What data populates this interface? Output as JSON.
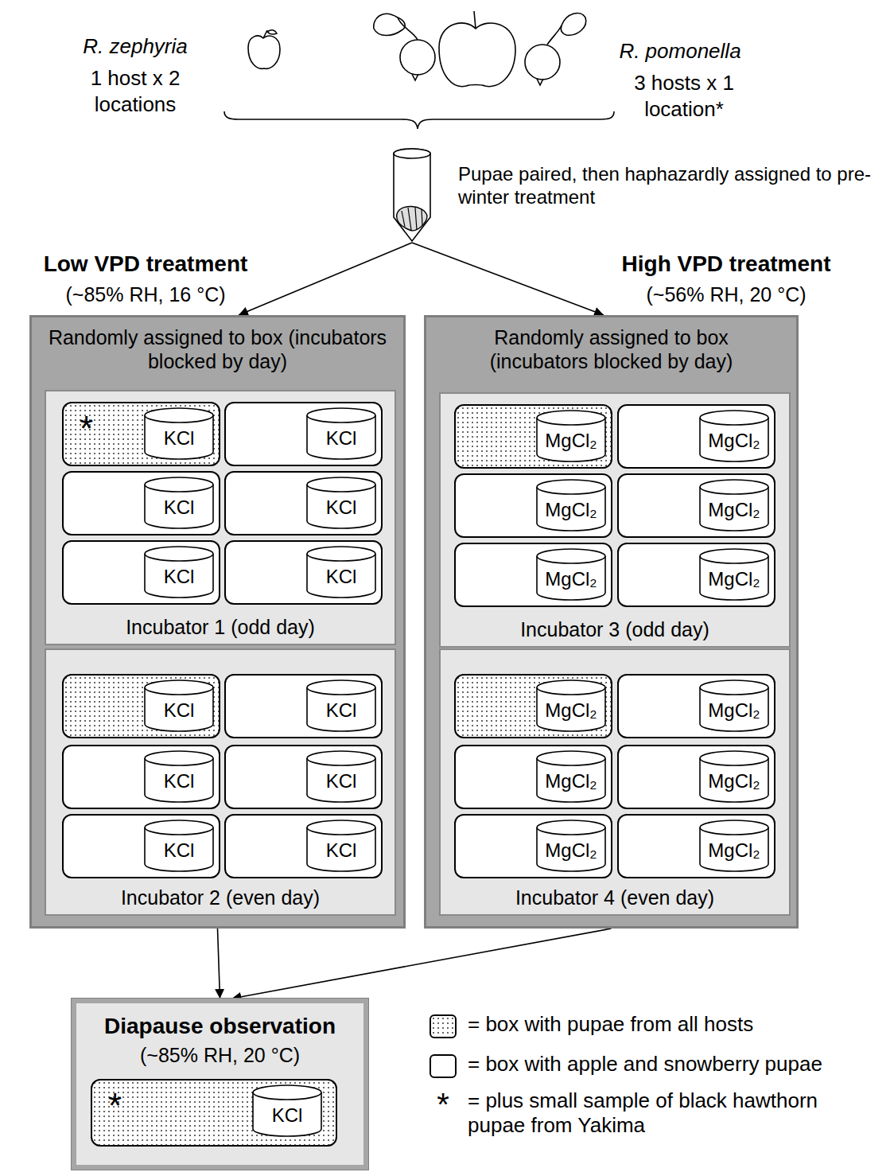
{
  "diagram": {
    "nodes": [
      {
        "text": [
          "Pupae paired, then haphazardly assigned to pre-winter treatment"
        ]
      },
      {
        "text": [
          "Low VPD treatment",
          "(~85% RH, 16 °C)",
          "Randomly assigned to box (incubators blocked by day)"
        ]
      },
      {
        "text": [
          "Incubator 1 (odd day)"
        ],
        "in": 1
      },
      {
        "text": [
          "*",
          "KCl"
        ],
        "in": 2
      },
      {
        "text": [
          "KCl"
        ],
        "in": 2
      },
      {
        "text": [
          "KCl"
        ],
        "in": 2
      },
      {
        "text": [
          "KCl"
        ],
        "in": 2
      },
      {
        "text": [
          "KCl"
        ],
        "in": 2
      },
      {
        "text": [
          "KCl"
        ],
        "in": 2
      },
      {
        "text": [
          "Incubator 2 (even day)"
        ],
        "in": 1
      },
      {
        "text": [
          "KCl"
        ],
        "in": 9
      },
      {
        "text": [
          "KCl"
        ],
        "in": 9
      },
      {
        "text": [
          "KCl"
        ],
        "in": 9
      },
      {
        "text": [
          "KCl"
        ],
        "in": 9
      },
      {
        "text": [
          "KCl"
        ],
        "in": 9
      },
      {
        "text": [
          "KCl"
        ],
        "in": 9
      },
      {
        "text": [
          "High VPD treatment",
          "(~56% RH, 20 °C)",
          "Randomly assigned to box (incubators blocked by day)"
        ]
      },
      {
        "text": [
          "Incubator 3 (odd day)"
        ],
        "in": 16
      },
      {
        "text": [
          "MgCl₂"
        ],
        "in": 17
      },
      {
        "text": [
          "MgCl₂"
        ],
        "in": 17
      },
      {
        "text": [
          "MgCl₂"
        ],
        "in": 17
      },
      {
        "text": [
          "MgCl₂"
        ],
        "in": 17
      },
      {
        "text": [
          "MgCl₂"
        ],
        "in": 17
      },
      {
        "text": [
          "MgCl₂"
        ],
        "in": 17
      },
      {
        "text": [
          "Incubator 4 (even day)"
        ],
        "in": 16
      },
      {
        "text": [
          "MgCl₂"
        ],
        "in": 24
      },
      {
        "text": [
          "MgCl₂"
        ],
        "in": 24
      },
      {
        "text": [
          "MgCl₂"
        ],
        "in": 24
      },
      {
        "text": [
          "MgCl₂"
        ],
        "in": 24
      },
      {
        "text": [
          "MgCl₂"
        ],
        "in": 24
      },
      {
        "text": [
          "MgCl₂"
        ],
        "in": 24
      },
      {
        "text": [
          "Diapause observation",
          "(~85% RH, 20 °C)"
        ]
      },
      {
        "text": [
          "*",
          "KCl"
        ],
        "in": 31
      }
    ],
    "edges": [
      {
        "from": 0,
        "to": 1,
        "arrow": "to"
      },
      {
        "from": 0,
        "to": 16,
        "arrow": "to"
      },
      {
        "from": 1,
        "to": 31,
        "arrow": "to"
      },
      {
        "from": 16,
        "to": 31,
        "arrow": "to"
      }
    ],
    "labels": [
      "R. zephyria",
      "1 host x 2 locations",
      "R. pomonella",
      "3 hosts x 1 location*",
      "*"
    ],
    "legend": [
      {
        "text": "= box with pupae from all hosts"
      },
      {
        "text": "= box with apple and snowberry pupae"
      },
      {
        "text": "= plus small sample of black hawthorn pupae from Yakima"
      }
    ]
  }
}
